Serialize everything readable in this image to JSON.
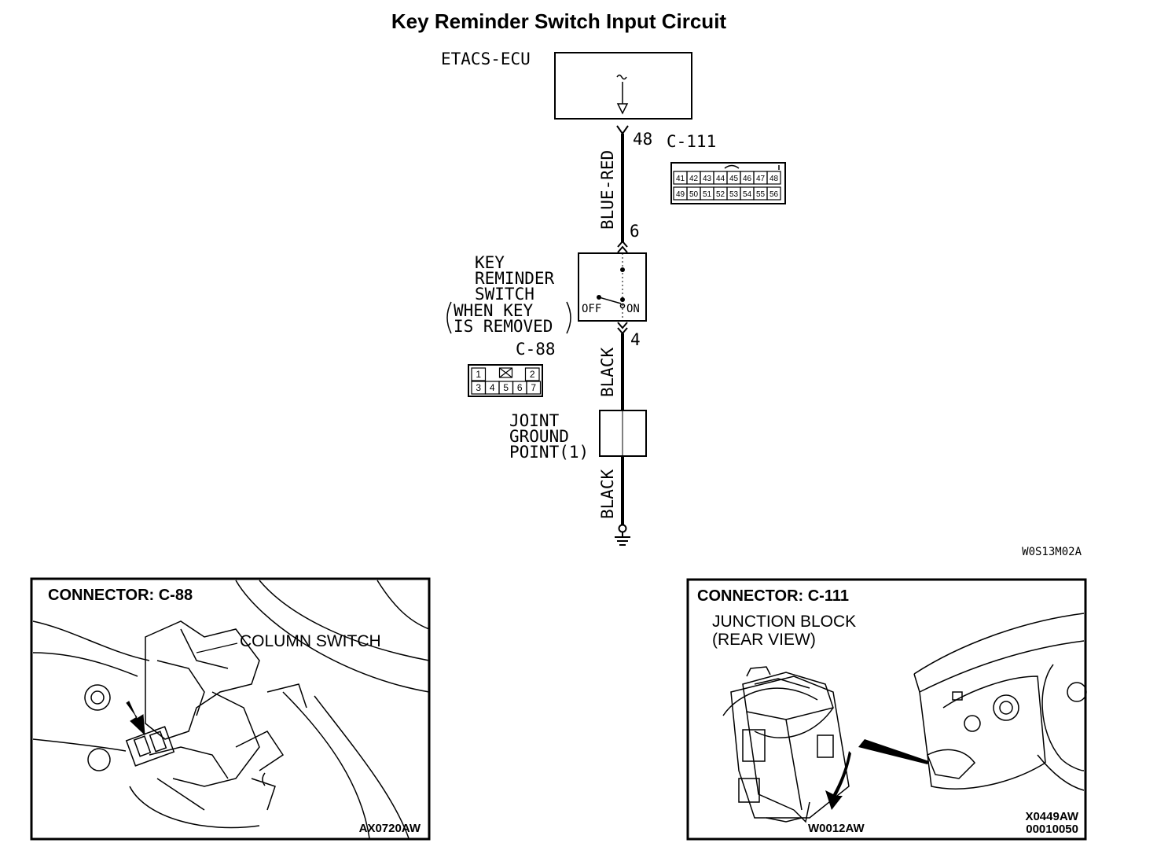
{
  "title": "Key Reminder Switch Input Circuit",
  "ecu": {
    "label": "ETACS-ECU"
  },
  "wires": {
    "upper": {
      "color_label": "BLUE-RED",
      "top_pin": "48",
      "bottom_pin": "6"
    },
    "middle": {
      "color_label": "BLACK",
      "top_pin": "4"
    },
    "lower": {
      "color_label": "BLACK"
    }
  },
  "connector_c111": {
    "name": "C-111",
    "pins_top": [
      "41",
      "42",
      "43",
      "44",
      "45",
      "46",
      "47",
      "48"
    ],
    "pins_bottom": [
      "49",
      "50",
      "51",
      "52",
      "53",
      "54",
      "55",
      "56"
    ]
  },
  "switch": {
    "label_lines": [
      "KEY",
      "REMINDER",
      "SWITCH",
      "WHEN KEY",
      "IS REMOVED"
    ],
    "off_label": "OFF",
    "on_label": "ON"
  },
  "connector_c88": {
    "name": "C-88",
    "pins_top": [
      "1",
      "2"
    ],
    "pins_bottom": [
      "3",
      "4",
      "5",
      "6",
      "7"
    ]
  },
  "ground": {
    "label_lines": [
      "JOINT",
      "GROUND",
      "POINT(1)"
    ]
  },
  "diagram_code": "W0S13M02A",
  "panel_c88": {
    "title": "CONNECTOR: C-88",
    "callout": "COLUMN SWITCH",
    "code": "AX0720AW"
  },
  "panel_c111": {
    "title": "CONNECTOR: C-111",
    "callout_lines": [
      "JUNCTION BLOCK",
      "(REAR VIEW)"
    ],
    "code_left": "W0012AW",
    "code_right_lines": [
      "X0449AW",
      "00010050"
    ]
  }
}
